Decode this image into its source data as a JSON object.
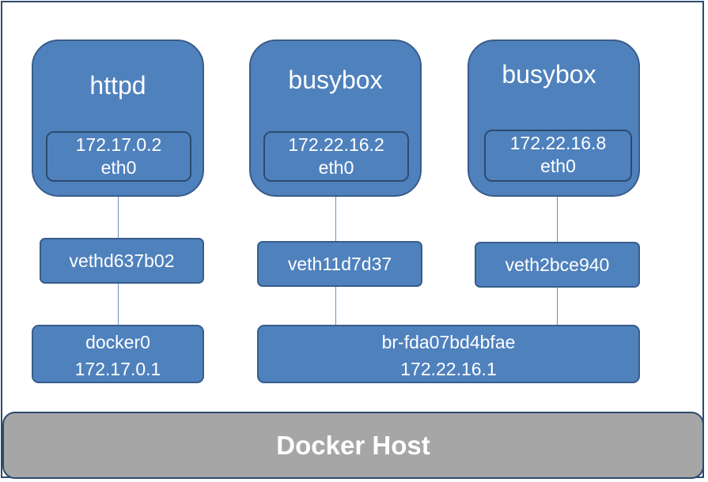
{
  "containers": [
    {
      "name": "httpd",
      "ip": "172.17.0.2",
      "iface": "eth0",
      "veth": "vethd637b02"
    },
    {
      "name": "busybox",
      "ip": "172.22.16.2",
      "iface": "eth0",
      "veth": "veth11d7d37"
    },
    {
      "name": "busybox",
      "ip": "172.22.16.8",
      "iface": "eth0",
      "veth": "veth2bce940"
    }
  ],
  "bridges": [
    {
      "name": "docker0",
      "ip": "172.17.0.1"
    },
    {
      "name": "br-fda07bd4bfae",
      "ip": "172.22.16.1"
    }
  ],
  "host": {
    "label": "Docker Host"
  },
  "colors": {
    "box": "#4f81bd",
    "border": "#385d8a",
    "host": "#a6a6a6"
  }
}
